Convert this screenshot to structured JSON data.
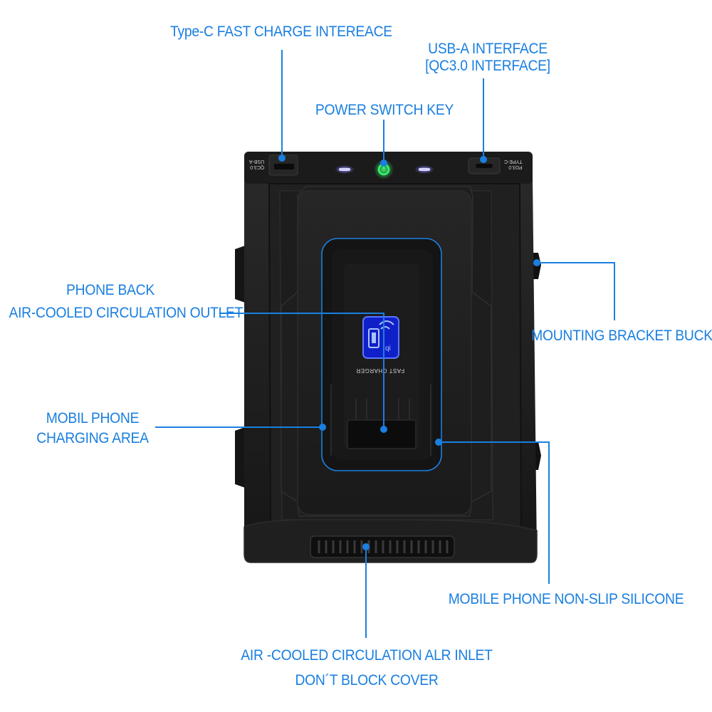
{
  "labels": {
    "type_c": "Type-C FAST CHARGE INTEREACE",
    "usb_a_line1": "USB-A INTERFACE",
    "usb_a_line2": "[QC3.0 INTERFACE]",
    "power_switch": "POWER SWITCH KEY",
    "phone_back_line1": "PHONE BACK",
    "phone_back_line2": "AIR-COOLED CIRCULATION OUTLET",
    "mounting_bracket": "MOUNTING BRACKET BUCKLE",
    "charging_area_line1": "MOBIL PHONE",
    "charging_area_line2": "CHARGING AREA",
    "non_slip": "MOBILE PHONE NON-SLIP SILICONE",
    "air_inlet_line1": "AIR -COOLED CIRCULATION ALR INLET",
    "air_inlet_line2": "DON´T BLOCK COVER"
  },
  "device": {
    "usb_a_port_text_1": "USB-A",
    "usb_a_port_text_2": "QC3.0",
    "type_c_port_text_1": "TYPE-C",
    "type_c_port_text_2": "PD3.0",
    "pad_text": "FAST CHARGER"
  },
  "colors": {
    "accent": "#1a7fe0",
    "body": "#1e1e1e",
    "power_led": "#2ee05a",
    "indicator_led": "#6f6cff",
    "charger_logo": "#2a3cff"
  },
  "icons": [
    "power-icon",
    "wireless-charging-icon"
  ]
}
